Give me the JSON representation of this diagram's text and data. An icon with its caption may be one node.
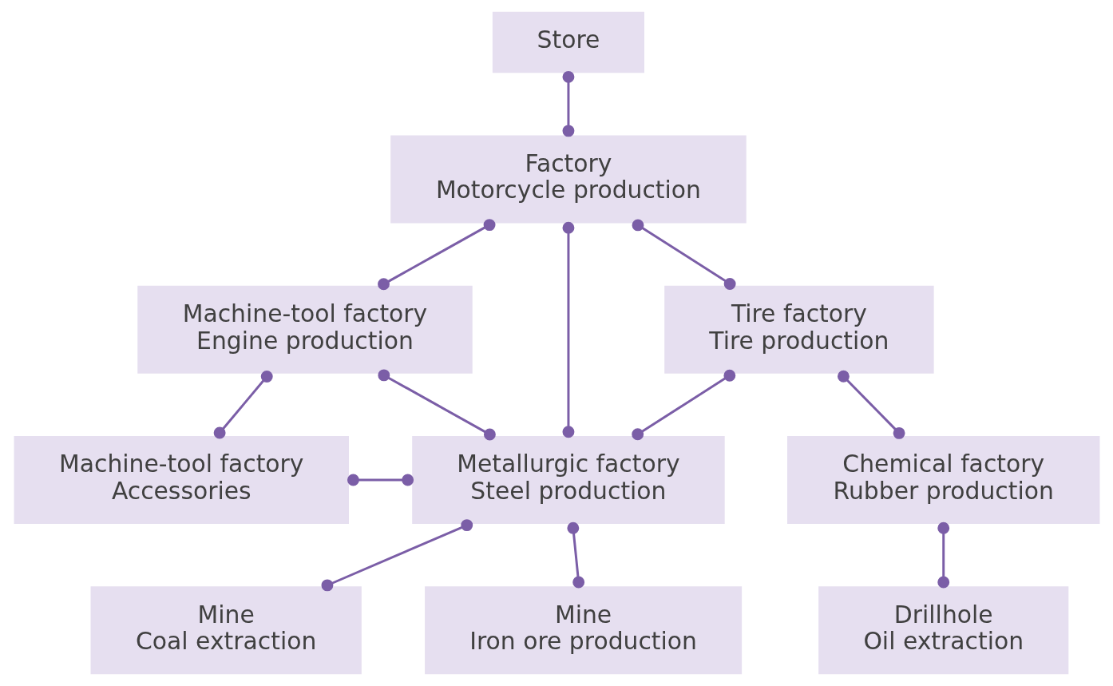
{
  "diagram": {
    "nodes": [
      {
        "text": [
          "Store"
        ]
      },
      {
        "text": [
          "Factory",
          "Motorcycle production"
        ]
      },
      {
        "text": [
          "Machine-tool factory",
          "Engine production"
        ]
      },
      {
        "text": [
          "Tire factory",
          "Tire production"
        ]
      },
      {
        "text": [
          "Machine-tool factory",
          "Accessories"
        ]
      },
      {
        "text": [
          "Metallurgic factory",
          "Steel production"
        ]
      },
      {
        "text": [
          "Chemical factory",
          "Rubber production"
        ]
      },
      {
        "text": [
          "Drillhole",
          "Oil extraction"
        ]
      },
      {
        "text": [
          "Mine",
          "Coal extraction"
        ]
      },
      {
        "text": [
          "Mine",
          "Iron ore production"
        ]
      }
    ],
    "edges": [
      {
        "from": 0,
        "to": 1,
        "arrow": "other"
      },
      {
        "from": 1,
        "to": 2,
        "arrow": "other"
      },
      {
        "from": 1,
        "to": 5,
        "arrow": "other"
      },
      {
        "from": 1,
        "to": 3,
        "arrow": "other"
      },
      {
        "from": 2,
        "to": 5,
        "arrow": "other"
      },
      {
        "from": 3,
        "to": 5,
        "arrow": "other"
      },
      {
        "from": 2,
        "to": 4,
        "arrow": "other"
      },
      {
        "from": 4,
        "to": 5,
        "arrow": "other"
      },
      {
        "from": 3,
        "to": 6,
        "arrow": "other"
      },
      {
        "from": 6,
        "to": 7,
        "arrow": "other"
      },
      {
        "from": 5,
        "to": 8,
        "arrow": "other"
      },
      {
        "from": 5,
        "to": 9,
        "arrow": "other"
      }
    ]
  }
}
